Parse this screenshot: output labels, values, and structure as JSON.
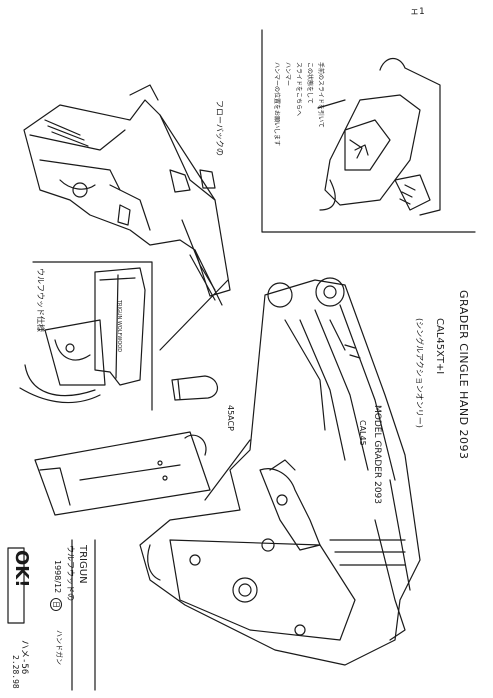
{
  "page": {
    "background": "#ffffff",
    "ink": "#1a1a1a"
  },
  "corner_mark": "ェ1",
  "annotations": {
    "top_panel_note": [
      "手前のスライドを引いて",
      "この状態をして",
      "スライドをこちらへ",
      "ハンマー",
      "ハンマーの位置をお願いします"
    ],
    "slide_label": "フローバックの",
    "left_panel_label": "ウルフウッド仕様",
    "slide_engraving": "TRIGUN WOLFWOOD"
  },
  "title_block": {
    "line1": "GRADER CINGLE HAND 2093",
    "line2": "CAL45XT+I",
    "line3": "(シングルアクションオンリー)"
  },
  "slide_text": {
    "model": "MODEL GRADER 2093",
    "cal": "CAL45"
  },
  "ammo_label": "45ACP",
  "stamp": {
    "ok": "OK!",
    "date": "1998/12",
    "circled": "日",
    "trigun": "TRIGUN",
    "wolfwood": "ウルフウッドの",
    "handgun": "ハンドガン",
    "sheet_id": "ハメ-56",
    "sheet_date": "2.28.98"
  }
}
